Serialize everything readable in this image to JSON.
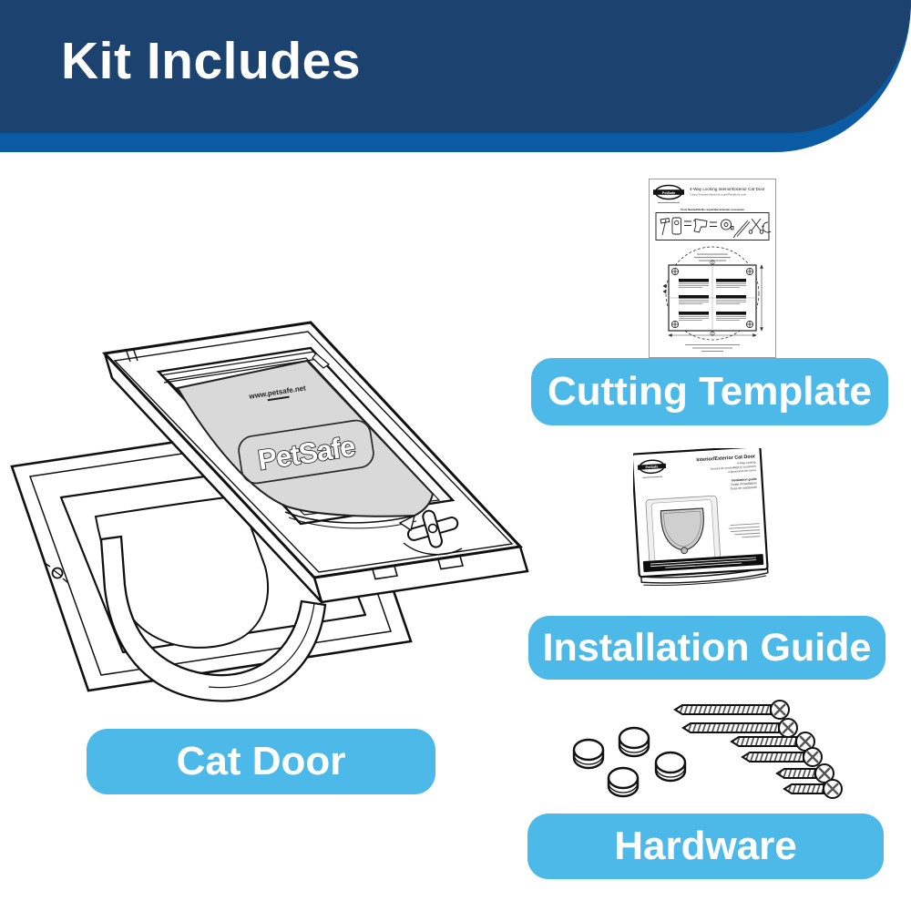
{
  "header": {
    "title": "Kit Includes"
  },
  "colors": {
    "header_dark": "#1C4370",
    "header_band": "#0A5BA3",
    "pill_blue": "#4CB9E8",
    "flap_gray": "#D9D9D9"
  },
  "labels": {
    "cat_door": "Cat Door",
    "cutting_template": "Cutting Template",
    "installation_guide": "Installation Guide",
    "hardware": "Hardware"
  },
  "cutting_template_doc": {
    "brand": "PetSafe",
    "title": "4-Way Locking Interior/Exterior Cat Door",
    "subtitle": "Cutting Template/Gabarit de coupe/Plantilla de corte",
    "tools_heading": "Tools Needed/Outils requis/Herramientas necesarias"
  },
  "installation_guide_doc": {
    "brand": "PetSafe",
    "title": "Interior/Exterior Cat Door",
    "subtitle_lines": [
      "4-Way Locking",
      "Serrure de verrouillage à 4 positions",
      "4 posiciones del cierre"
    ],
    "guide_lines": [
      "Installation guide",
      "Guide d'installation",
      "Guía de instalación"
    ]
  },
  "cat_door_art": {
    "flap_brand": "PetSafe",
    "flap_url": "www.petsafe.net"
  },
  "hardware_art": {
    "screw_count": 6,
    "cap_count": 4
  }
}
